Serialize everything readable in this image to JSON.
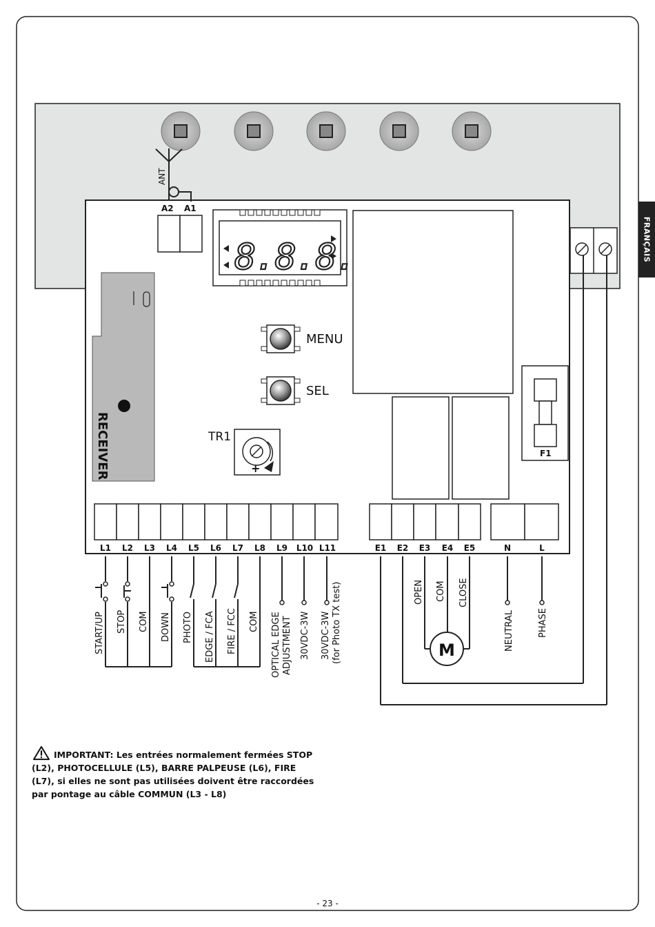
{
  "language_tab": "FRANÇAIS",
  "antenna": {
    "label": "ANT",
    "terminals": [
      "A2",
      "A1"
    ]
  },
  "display": {
    "digits": "8.8.8.8"
  },
  "buttons": {
    "menu": "MENU",
    "sel": "SEL"
  },
  "trimmer": {
    "label": "TR1",
    "plus": "+"
  },
  "receiver": {
    "label": "RECEIVER"
  },
  "fuse": {
    "label": "F1"
  },
  "motor": {
    "label": "M"
  },
  "terminals_l": [
    "L1",
    "L2",
    "L3",
    "L4",
    "L5",
    "L6",
    "L7",
    "L8",
    "L9",
    "L10",
    "L11"
  ],
  "terminals_e": [
    "E1",
    "E2",
    "E3",
    "E4",
    "E5"
  ],
  "terminals_power": [
    "N",
    "L"
  ],
  "wire_labels": {
    "start_up": "START/UP",
    "stop": "STOP",
    "com1": "COM",
    "down": "DOWN",
    "photo": "PHOTO",
    "edge": "EDGE / FCA",
    "fire": "FIRE / FCC",
    "com2": "COM",
    "optical_1": "OPTICAL EDGE",
    "optical_2": "ADJUSTMENT",
    "vdc": "30VDC-3W",
    "vdc_tx_1": "30VDC-3W",
    "vdc_tx_2": "(for Photo TX test)",
    "open": "OPEN",
    "com_motor": "COM",
    "close": "CLOSE",
    "neutral": "NEUTRAL",
    "phase": "PHASE"
  },
  "warning": {
    "heading": "IMPORTANT:",
    "text": "Les entrées normalement fermées STOP (L2), PHOTOCELLULE (L5), BARRE PALPEUSE (L6), FIRE (L7), si elles ne sont pas utilisées doivent être raccordées par pontage au câble COMMUN (L3 - L8)"
  },
  "page_number": "- 23 -",
  "colors": {
    "board_grey": "#e3e4e4",
    "receiver_grey": "#b9b9b9",
    "led_grey": "#9a9a9a",
    "tab_dark": "#222222"
  }
}
